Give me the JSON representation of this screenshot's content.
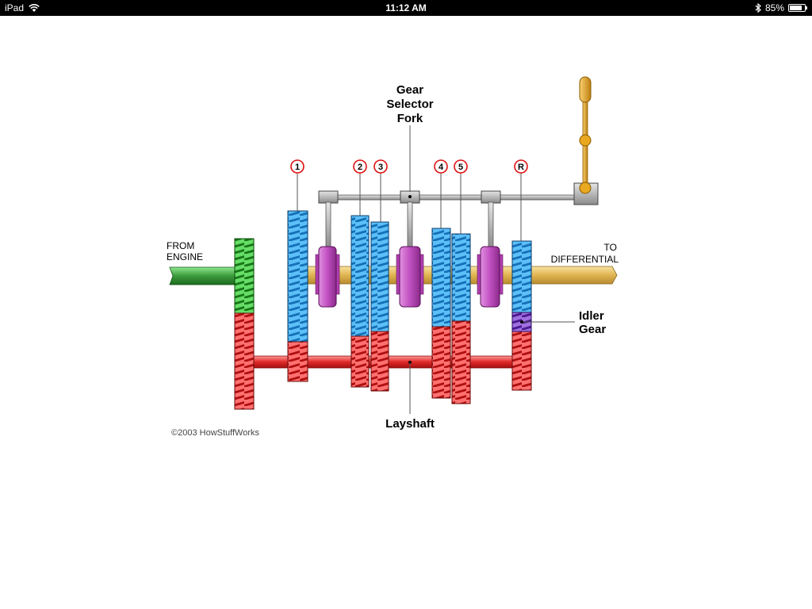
{
  "status_bar": {
    "device": "iPad",
    "time": "11:12 AM",
    "battery_percent_label": "85%",
    "battery_level": 0.85,
    "icons": [
      "wifi-icon",
      "bluetooth-icon",
      "battery-icon"
    ]
  },
  "diagram": {
    "labels": {
      "gear_selector_fork": [
        "Gear",
        "Selector",
        "Fork"
      ],
      "from_engine": [
        "FROM",
        "ENGINE"
      ],
      "to_differential": [
        "TO",
        "DIFFERENTIAL"
      ],
      "idler_gear": [
        "Idler",
        "Gear"
      ],
      "layshaft": "Layshaft",
      "copyright": "©2003 HowStuffWorks"
    },
    "gear_markers": [
      "1",
      "2",
      "3",
      "4",
      "5",
      "R"
    ],
    "colors": {
      "input_shaft": "#3a9a3a",
      "output_shaft": "#e8c060",
      "layshaft": "#e02828",
      "gears_blue": "#3aa8f0",
      "collars": "#c050c0",
      "idler": "#7a40c8",
      "selector_rod": "#999999",
      "lever": "#e0a020"
    }
  }
}
